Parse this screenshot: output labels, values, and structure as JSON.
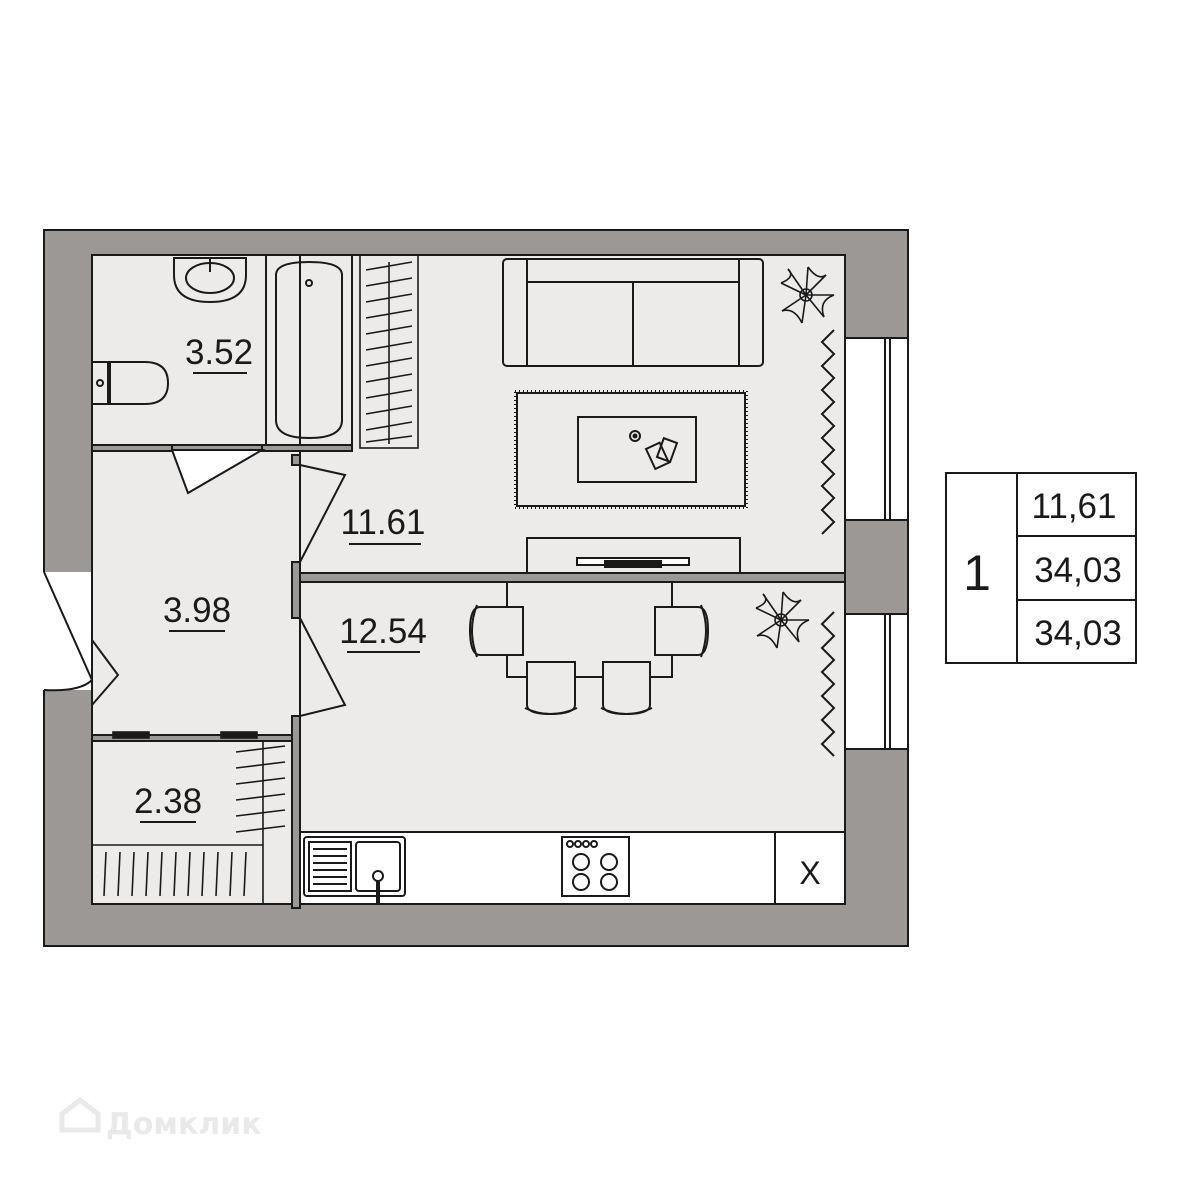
{
  "rooms": {
    "bathroom": {
      "area": "3.52"
    },
    "living_room": {
      "area": "11.61"
    },
    "hallway": {
      "area": "3.98"
    },
    "kitchen": {
      "area": "12.54"
    },
    "storage": {
      "area": "2.38"
    }
  },
  "legend": {
    "rooms_count": "1",
    "living_area": "11,61",
    "total_area": "34,03",
    "total_area_with_balcony": "34,03"
  },
  "kitchen_fridge_mark": "X",
  "watermark": {
    "text": "Домклик"
  },
  "colors": {
    "wall": "#9c9896",
    "floor": "#ecebea",
    "line": "#1a1a1a",
    "background": "#ffffff"
  }
}
